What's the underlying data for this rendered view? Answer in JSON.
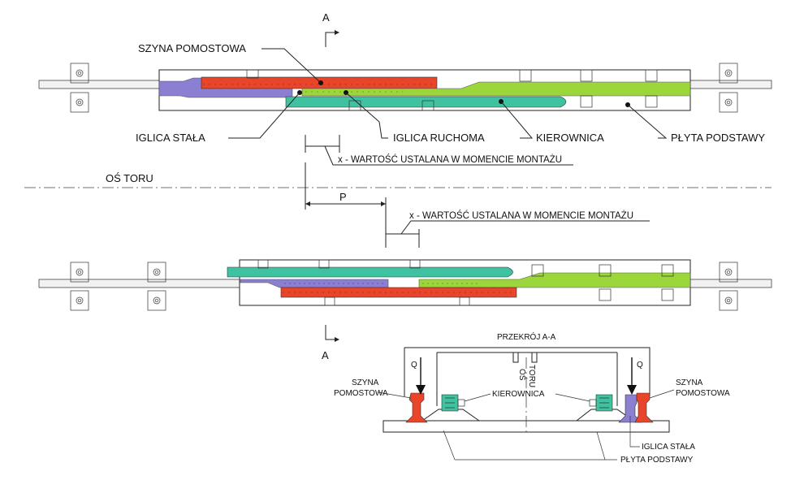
{
  "labels": {
    "szyna_pomostowa": "SZYNA POMOSTOWA",
    "iglica_stala": "IGLICA STAŁA",
    "iglica_ruchoma": "IGLICA RUCHOMA",
    "kierownica": "KIEROWNICA",
    "plyta_podstawy": "PŁYTA PODSTAWY",
    "x_note_1": "x - WARTOŚĆ USTALANA W MOMENCIE MONTAŻU",
    "x_note_2": "x - WARTOŚĆ USTALANA W MOMENCIE MONTAŻU",
    "os_toru": "OŚ TORU",
    "p_dim": "P",
    "section_mark_top": "A",
    "section_mark_bottom": "A",
    "section_title": "PRZEKRÓJ A-A",
    "section_os": "OŚ",
    "section_toru": "TORU",
    "q_left": "Q",
    "q_right": "Q",
    "section_szyna_left_1": "SZYNA",
    "section_szyna_left_2": "POMOSTOWA",
    "section_szyna_right_1": "SZYNA",
    "section_szyna_right_2": "POMOSTOWA",
    "section_kierownica": "KIEROWNICA",
    "section_iglica_stala": "IGLICA STAŁA",
    "section_plyta": "PŁYTA PODSTAWY"
  },
  "colors": {
    "szyna_pomostowa": "#e8452a",
    "iglica_stala": "#8a7fd0",
    "iglica_ruchoma": "#9bd63a",
    "kierownica": "#3fc2a0",
    "outline": "#222222"
  }
}
